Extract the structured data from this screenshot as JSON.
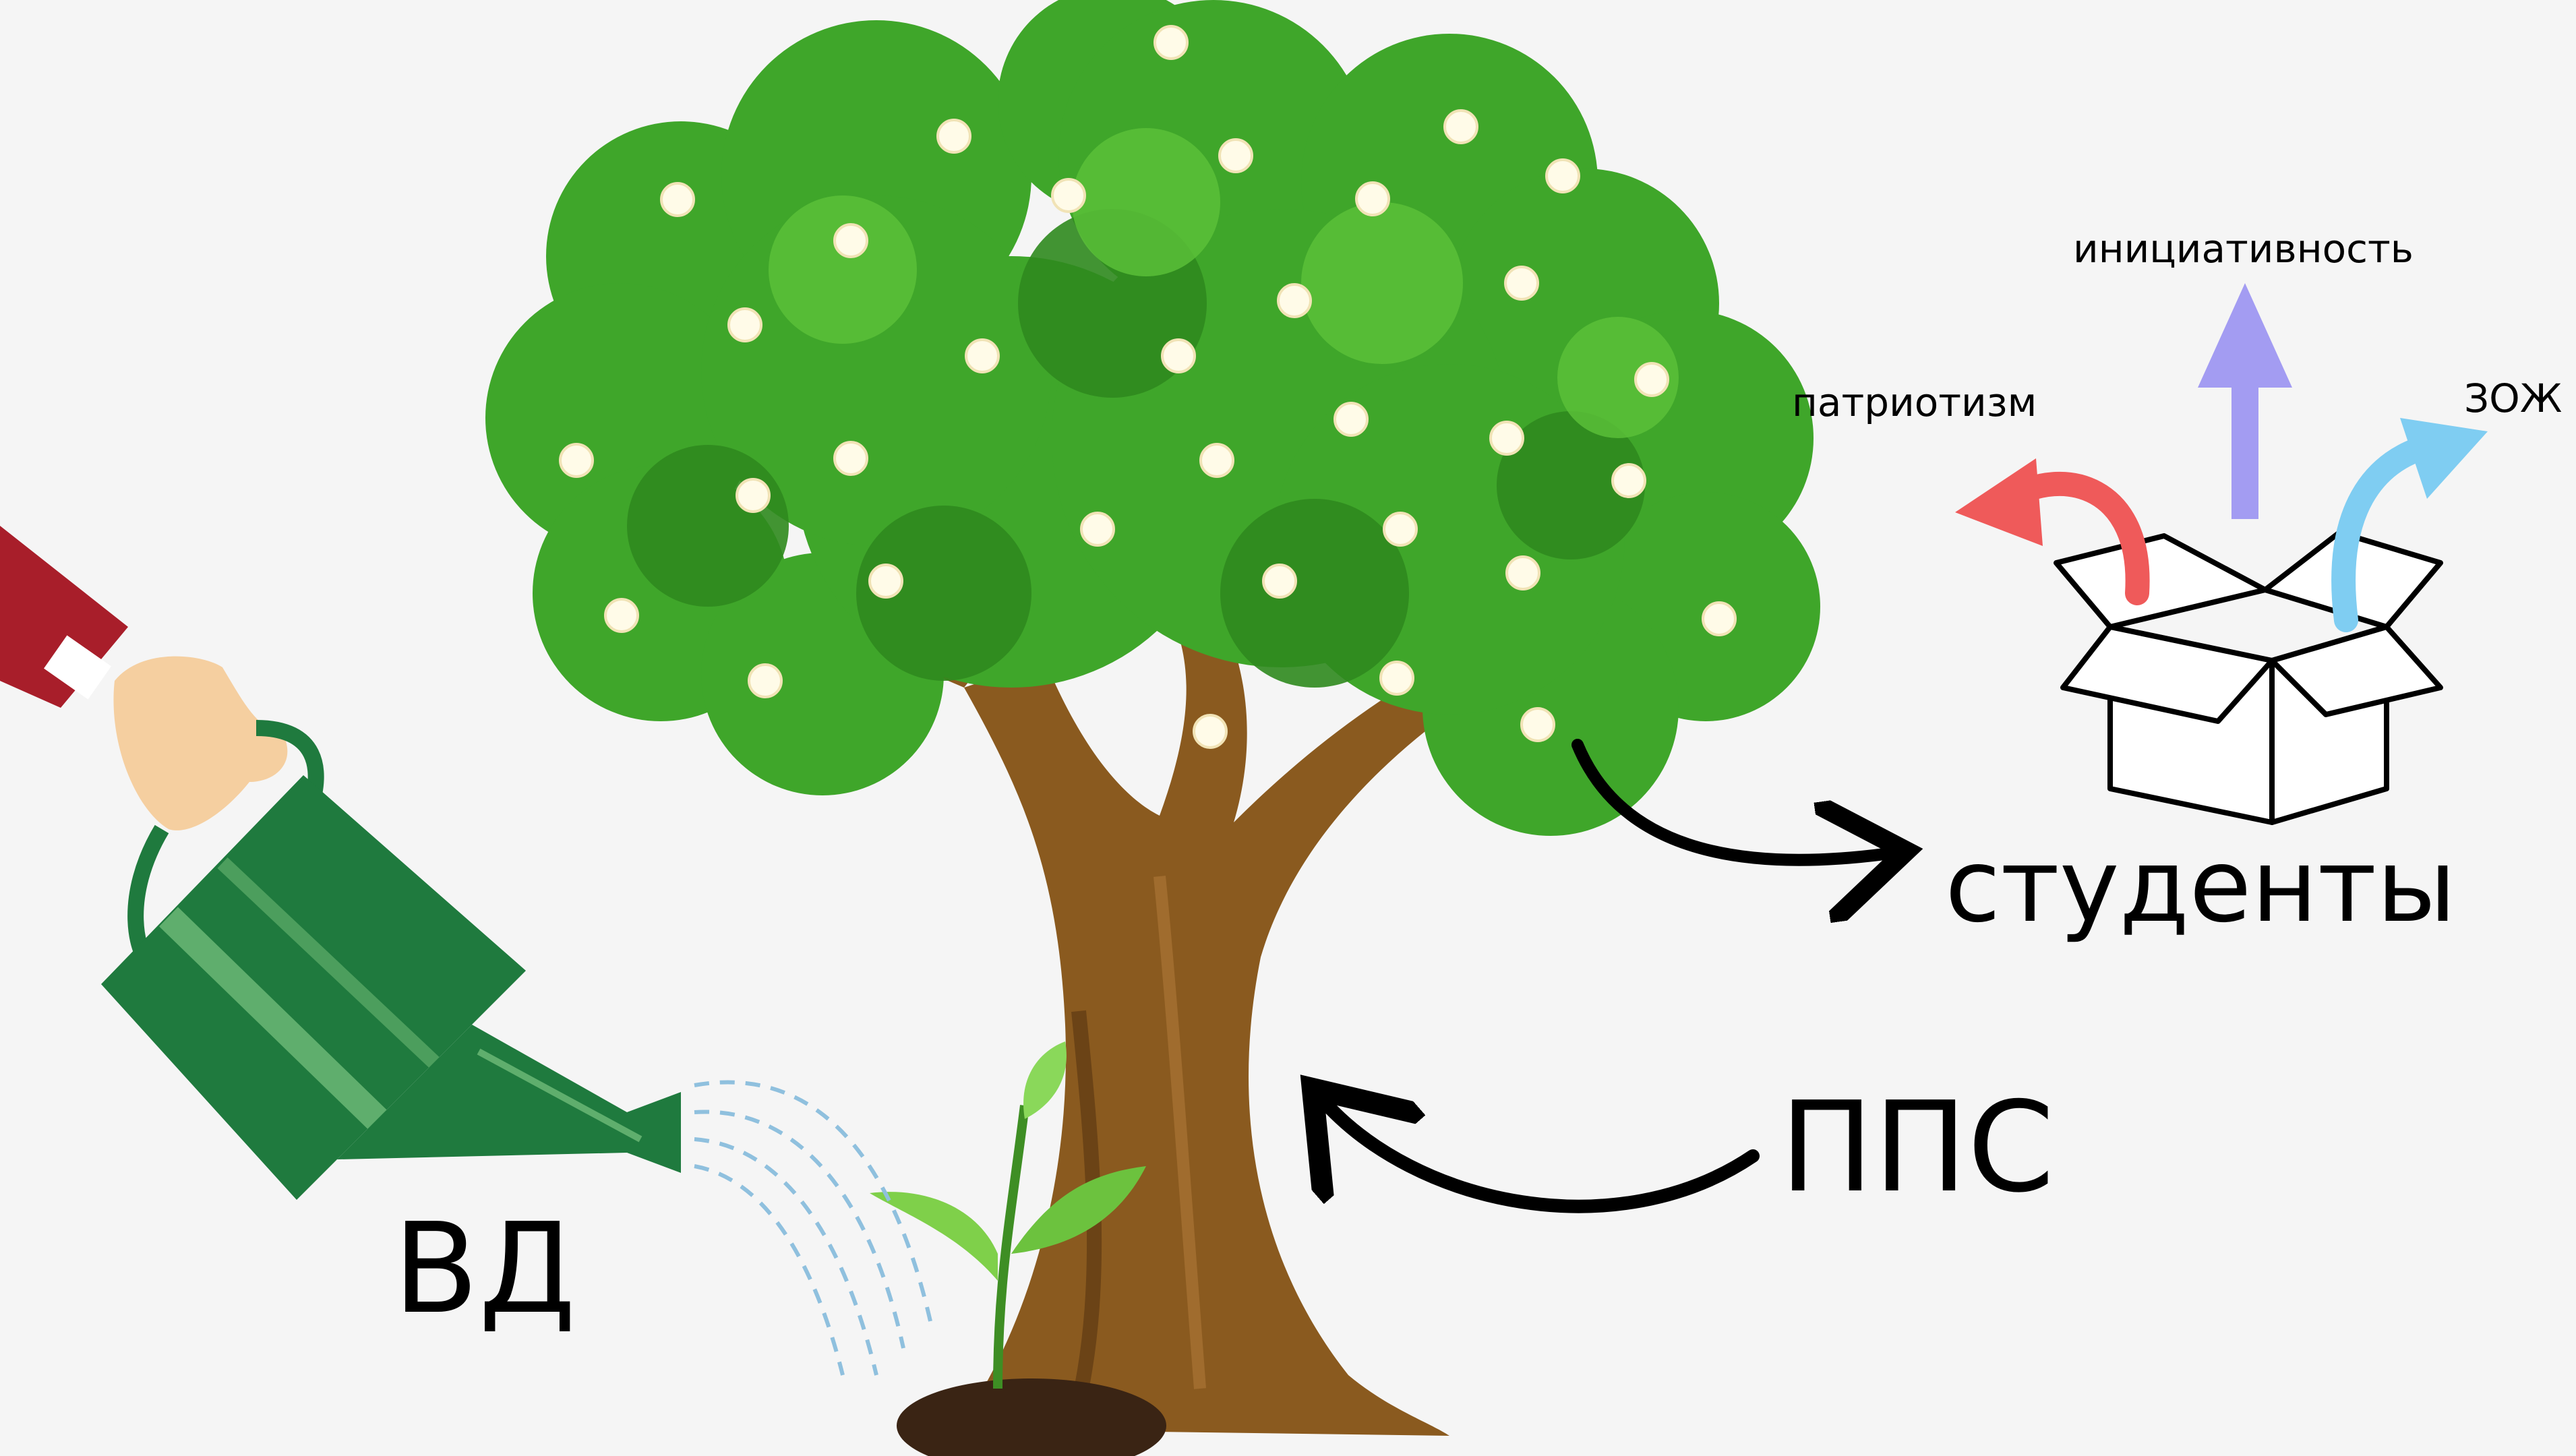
{
  "labels": {
    "vd": "ВД",
    "pps": "ППС",
    "students": "студенты",
    "patriotism": "патриотизм",
    "initiative": "инициативность",
    "zozh": "ЗОЖ"
  },
  "colors": {
    "background": "#f5f5f5",
    "foliage": "#3fa62a",
    "foliage_dark": "#2f8a1e",
    "trunk": "#8a5a1f",
    "can": "#1f7a3e",
    "sleeve": "#a81e2a",
    "hand": "#f5cfa0",
    "arrow_patriotism": "#ef5a5a",
    "arrow_initiative": "#a39cf2",
    "arrow_zozh": "#7fcdf2",
    "water": "#8fc0de",
    "soil": "#3a2414"
  },
  "icons": [
    "tree",
    "sprout",
    "watering-can",
    "hand",
    "open-box",
    "curved-arrow"
  ]
}
